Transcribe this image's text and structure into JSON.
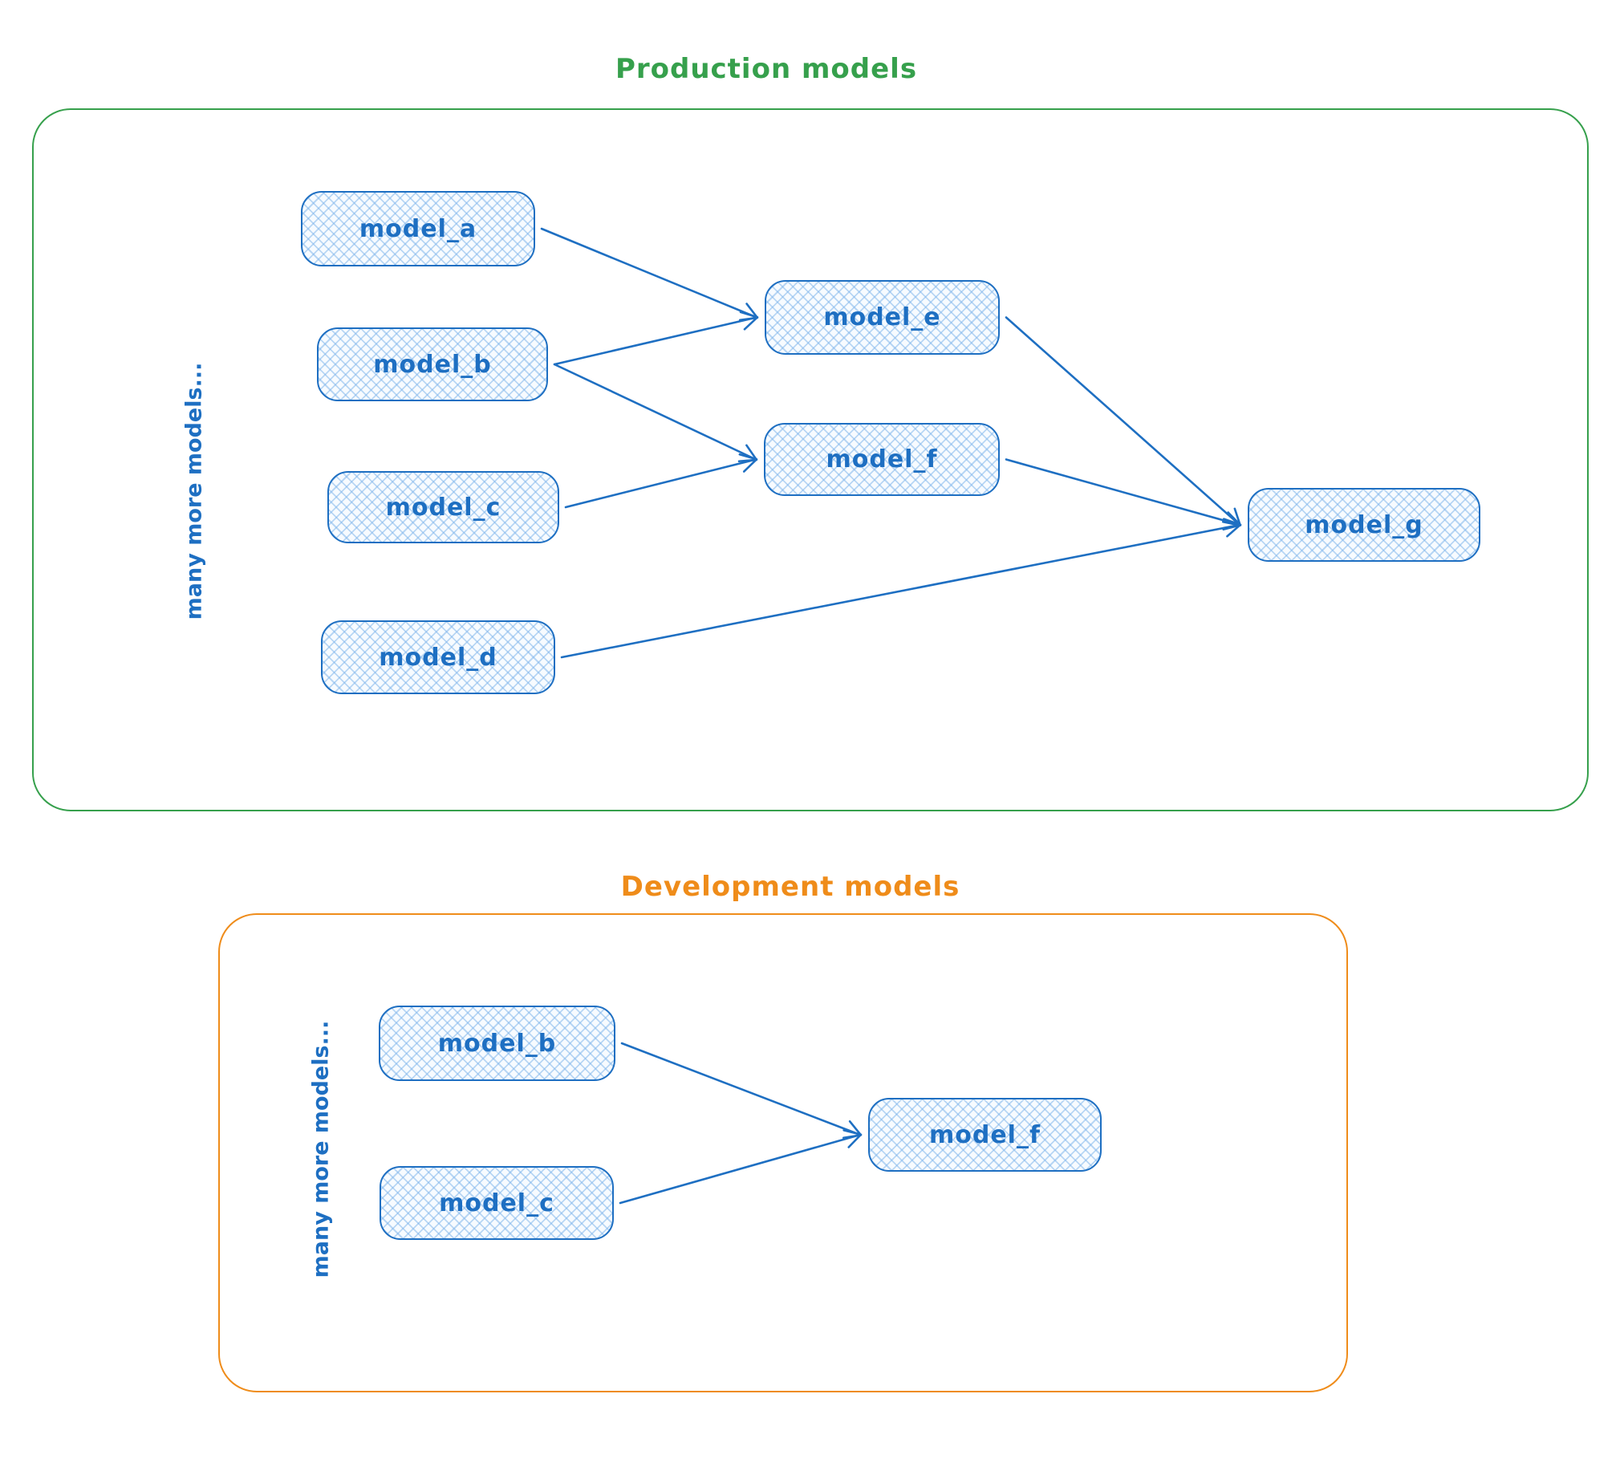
{
  "diagram": {
    "stroke_color": "#1e6fc2",
    "node_fill": "#ddeefb",
    "sections": [
      {
        "id": "production",
        "title": "Production models",
        "accent_color": "#36a04c",
        "side_label": "many more models...",
        "nodes": [
          {
            "id": "a",
            "label": "model_a"
          },
          {
            "id": "b",
            "label": "model_b"
          },
          {
            "id": "c",
            "label": "model_c"
          },
          {
            "id": "d",
            "label": "model_d"
          },
          {
            "id": "e",
            "label": "model_e"
          },
          {
            "id": "f",
            "label": "model_f"
          },
          {
            "id": "g",
            "label": "model_g"
          }
        ],
        "edges": [
          [
            "a",
            "e"
          ],
          [
            "b",
            "e"
          ],
          [
            "b",
            "f"
          ],
          [
            "c",
            "f"
          ],
          [
            "e",
            "g"
          ],
          [
            "f",
            "g"
          ],
          [
            "d",
            "g"
          ]
        ]
      },
      {
        "id": "development",
        "title": "Development models",
        "accent_color": "#ef8c1a",
        "side_label": "many more models...",
        "nodes": [
          {
            "id": "b",
            "label": "model_b"
          },
          {
            "id": "c",
            "label": "model_c"
          },
          {
            "id": "f",
            "label": "model_f"
          }
        ],
        "edges": [
          [
            "b",
            "f"
          ],
          [
            "c",
            "f"
          ]
        ]
      }
    ]
  }
}
